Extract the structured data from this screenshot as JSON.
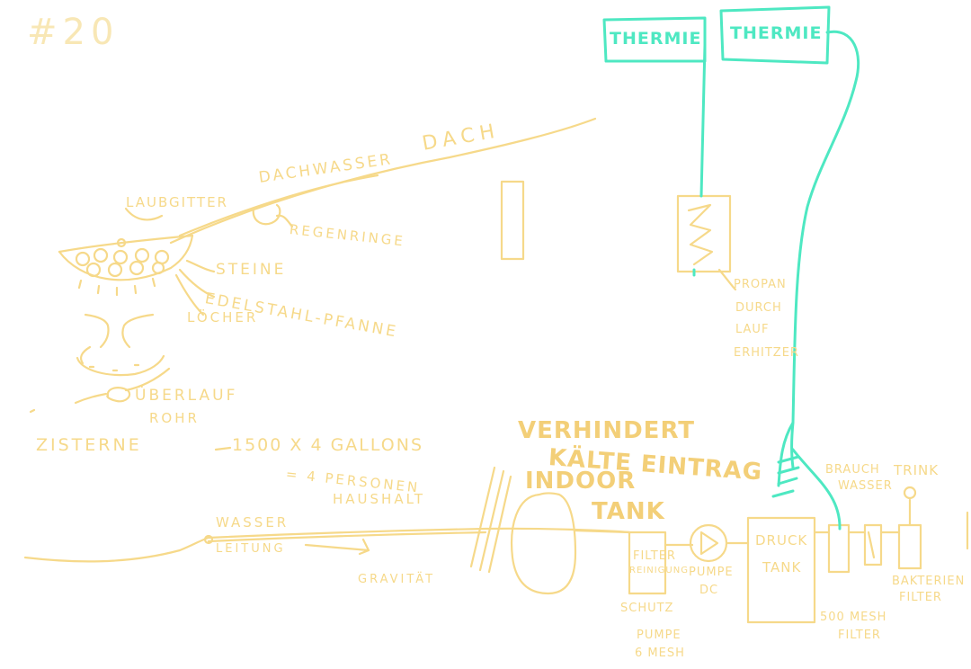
{
  "colors": {
    "pencil_yellow": "#f6d98a",
    "marker_cyan": "#4ee8c2"
  },
  "page_number": "#20",
  "roof": {
    "label": "DACH",
    "roof_water": "DACHWASSER",
    "gutter_grid": "LAUBGITTER",
    "rain_rings": "REGENRINGE"
  },
  "filter_pan": {
    "stones": "STEINE",
    "pan": "EDELSTAHL-PFANNE",
    "holes": "LÖCHER",
    "overflow_line1": "ÜBERLAUF",
    "overflow_line2": "ROHR"
  },
  "cistern": {
    "label": "ZISTERNE",
    "capacity": "1500 X 4 GALLONS",
    "household_line1": "= 4 PERSONEN",
    "household_line2": "HAUSHALT"
  },
  "pipe": {
    "line1": "WASSER",
    "line2": "LEITUNG",
    "gravity": "GRAVITÄT"
  },
  "indoor": {
    "note_line1": "VERHINDERT",
    "note_line2": "KÄLTE EINTRAG",
    "tank_line1": "INDOOR",
    "tank_line2": "TANK"
  },
  "components": {
    "filter_line1": "FILTER",
    "filter_line2": "REINIGUNG",
    "filter_line3": "SCHUTZ",
    "filter_line4": "PUMPE",
    "filter_line5": "6 MESH",
    "pump_line1": "PUMPE",
    "pump_line2": "DC",
    "pressure_line1": "DRUCK",
    "pressure_line2": "TANK",
    "service_line1": "BRAUCH",
    "service_line2": "WASSER",
    "drink": "TRINK",
    "micron_line1": "500 MESH",
    "micron_line2": "FILTER",
    "bact_line1": "BAKTERIEN",
    "bact_line2": "FILTER"
  },
  "solar": {
    "thermie_1": "THERMIE",
    "thermie_2": "THERMIE"
  },
  "heater": {
    "line1": "PROPAN",
    "line2": "DURCH",
    "line3": "LAUF",
    "line4": "ERHITZER"
  }
}
